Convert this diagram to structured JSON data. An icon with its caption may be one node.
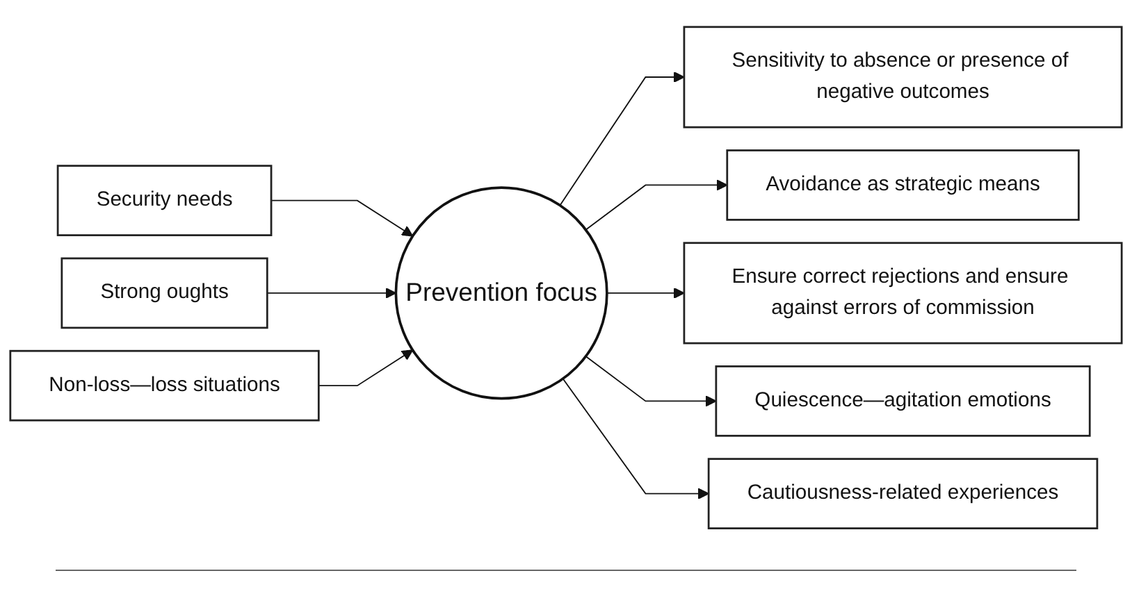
{
  "diagram": {
    "nodes": [
      {
        "text": [
          "Security needs"
        ]
      },
      {
        "text": [
          "Strong oughts"
        ]
      },
      {
        "text": [
          "Non-loss—loss situations"
        ]
      },
      {
        "text": [
          "Prevention focus"
        ]
      },
      {
        "text": [
          "Sensitivity to absence or presence of negative outcomes"
        ]
      },
      {
        "text": [
          "Avoidance as strategic means"
        ]
      },
      {
        "text": [
          "Ensure correct rejections and ensure against errors of commission"
        ]
      },
      {
        "text": [
          "Quiescence—agitation emotions"
        ]
      },
      {
        "text": [
          "Cautiousness-related experiences"
        ]
      }
    ],
    "edges": [
      {
        "from": 0,
        "to": 3,
        "arrow": "to"
      },
      {
        "from": 1,
        "to": 3,
        "arrow": "to"
      },
      {
        "from": 2,
        "to": 3,
        "arrow": "to"
      },
      {
        "from": 3,
        "to": 4,
        "arrow": "to"
      },
      {
        "from": 3,
        "to": 5,
        "arrow": "to"
      },
      {
        "from": 3,
        "to": 6,
        "arrow": "to"
      },
      {
        "from": 3,
        "to": 7,
        "arrow": "to"
      },
      {
        "from": 3,
        "to": 8,
        "arrow": "to"
      }
    ]
  }
}
